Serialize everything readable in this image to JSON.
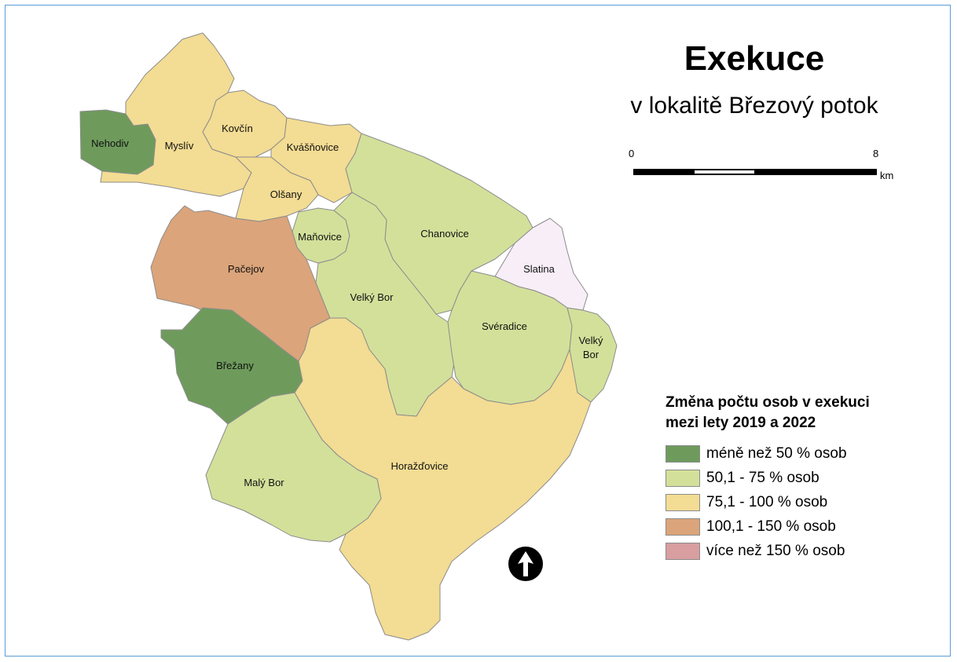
{
  "map": {
    "title": "Exekuce",
    "subtitle": "v lokalitě Březový potok",
    "scale": {
      "start_label": "0",
      "end_label": "8",
      "unit": "km"
    },
    "legend": {
      "title_line1": "Změna počtu osob v exekuci",
      "title_line2": "mezi lety 2019 a 2022",
      "items": [
        {
          "label": "méně než 50 % osob",
          "color": "#6e9b5c"
        },
        {
          "label": "50,1 - 75 % osob",
          "color": "#d3e09a"
        },
        {
          "label": "75,1 - 100 % osob",
          "color": "#f3dc93"
        },
        {
          "label": "100,1 - 150 % osob",
          "color": "#dba47a"
        },
        {
          "label": "více než 150 % osob",
          "color": "#d89ea0"
        }
      ]
    },
    "municipalities": [
      {
        "name": "Nehodiv",
        "class": 0
      },
      {
        "name": "Myslív",
        "class": 2
      },
      {
        "name": "Kovčín",
        "class": 2
      },
      {
        "name": "Kvášňovice",
        "class": 2
      },
      {
        "name": "Olšany",
        "class": 2
      },
      {
        "name": "Maňovice",
        "class": 1
      },
      {
        "name": "Chanovice",
        "class": 1
      },
      {
        "name": "Slatina",
        "class": 5,
        "color": "#f8eef8"
      },
      {
        "name": "Pačejov",
        "class": 3
      },
      {
        "name": "Velký Bor",
        "class": 1
      },
      {
        "name": "Svéradice",
        "class": 1
      },
      {
        "name": "Velký Bor",
        "label_line2": "Bor",
        "label_line1": "Velký",
        "class": 1
      },
      {
        "name": "Břežany",
        "class": 0
      },
      {
        "name": "Horažďovice",
        "class": 2
      },
      {
        "name": "Malý Bor",
        "class": 1
      }
    ],
    "north_arrow_icon": "north-arrow-icon",
    "frame_color": "#5b9bd5"
  }
}
